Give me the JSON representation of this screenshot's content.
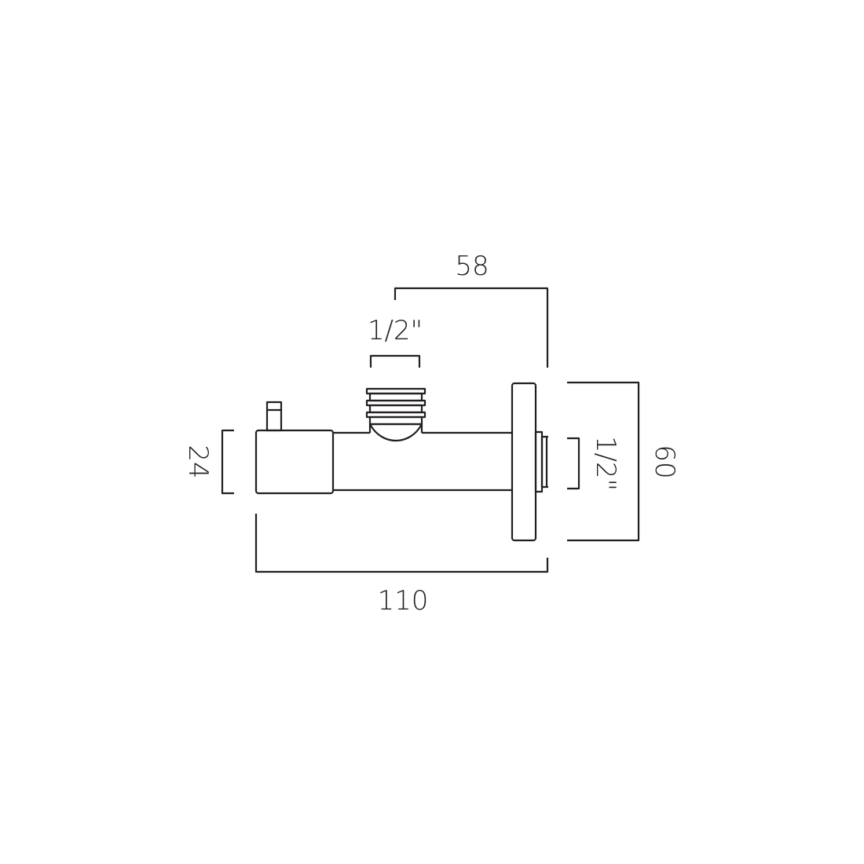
{
  "diagram": {
    "dimensions": {
      "width_top": "58",
      "top_inlet": "1/2\"",
      "handle_height": "24",
      "side_outlet": "1/2\"",
      "flange_height": "60",
      "overall_length": "110"
    },
    "line_color": "#231f20",
    "background": "#ffffff"
  }
}
